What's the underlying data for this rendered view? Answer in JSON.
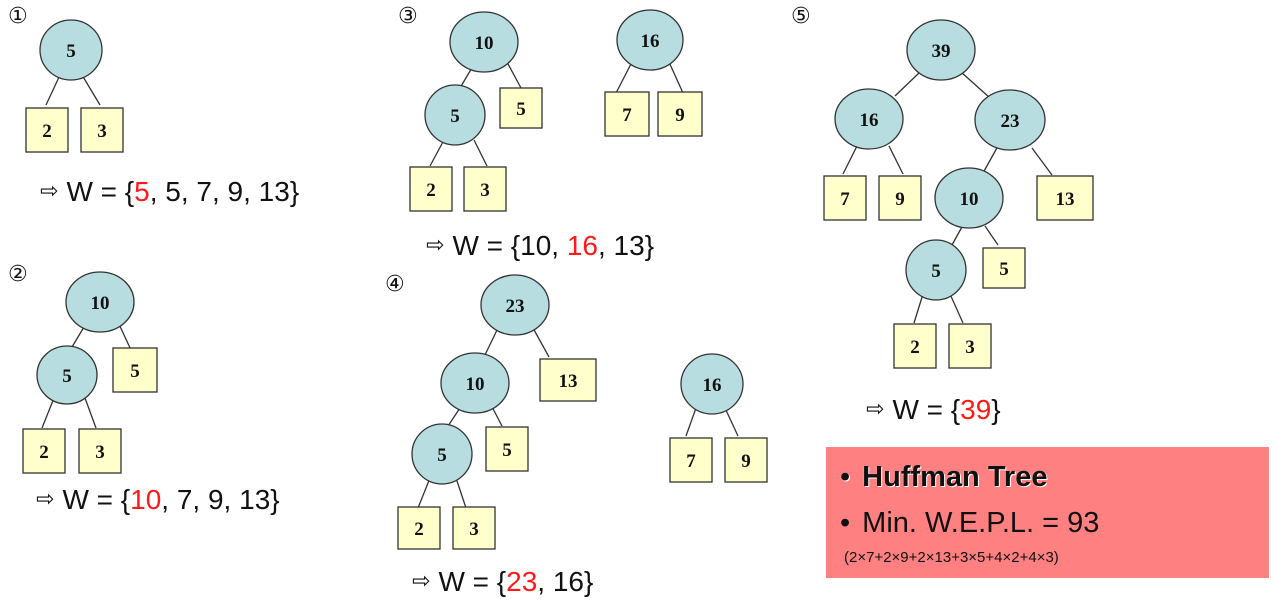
{
  "steps": [
    {
      "marker": "①",
      "w_prefix": "W = {",
      "w_highlight": "5",
      "w_rest": ", 5, 7, 9, 13}"
    },
    {
      "marker": "②",
      "w_prefix": "W = {",
      "w_highlight": "10",
      "w_rest": ", 7, 9, 13}"
    },
    {
      "marker": "③",
      "w_prefix": "W = {10, ",
      "w_highlight": "16",
      "w_rest": ", 13}"
    },
    {
      "marker": "④",
      "w_prefix": "W = {",
      "w_highlight": "23",
      "w_rest": ", 16}"
    },
    {
      "marker": "⑤",
      "w_prefix": "W = {",
      "w_highlight": "39",
      "w_rest": "}"
    }
  ],
  "arrow": "⇨",
  "trees": {
    "step1": {
      "root": "5",
      "leaves": [
        "2",
        "3"
      ]
    },
    "step2": {
      "root": "10",
      "inner": "5",
      "leaf_5": "5",
      "leaves": [
        "2",
        "3"
      ]
    },
    "step3": {
      "root": "10",
      "inner": "5",
      "leaf_5": "5",
      "leaves": [
        "2",
        "3"
      ],
      "second_root": "16",
      "second_leaves": [
        "7",
        "9"
      ]
    },
    "step4": {
      "root": "23",
      "node10": "10",
      "leaf13": "13",
      "inner": "5",
      "leaf_5": "5",
      "leaves": [
        "2",
        "3"
      ],
      "second_root": "16",
      "second_leaves": [
        "7",
        "9"
      ]
    },
    "step5": {
      "root": "39",
      "node16": "16",
      "node23": "23",
      "leaves16": [
        "7",
        "9"
      ],
      "node10": "10",
      "leaf13": "13",
      "inner": "5",
      "leaf_5": "5",
      "leaves": [
        "2",
        "3"
      ]
    }
  },
  "summary": {
    "bullet": "•",
    "title": "Huffman Tree",
    "wepl": "Min. W.E.P.L. = 93",
    "calculation": "(2×7+2×9+2×13+3×5+4×2+4×3)"
  },
  "colors": {
    "node_fill": "#b8dde0",
    "node_stroke": "#333333",
    "leaf_fill": "#ffffcc",
    "leaf_stroke": "#333333",
    "highlight": "#ff1a1a",
    "summary_bg": "#ff8080"
  }
}
